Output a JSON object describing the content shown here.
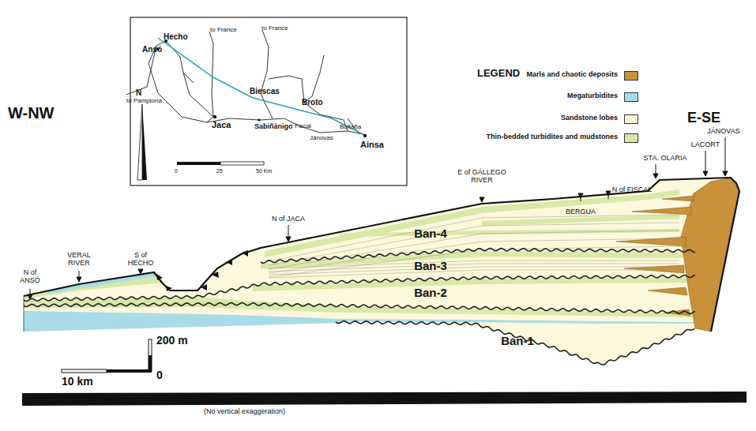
{
  "diagram": {
    "nodes": [
      {
        "text": [
          "Ban-4"
        ]
      },
      {
        "text": [
          "Ban-3"
        ]
      },
      {
        "text": [
          "Ban-2"
        ]
      },
      {
        "text": [
          "Ban-1"
        ]
      }
    ],
    "labels": [
      "Ansó",
      "Hecho",
      "to France",
      "to France",
      "to Pamplona",
      "Biescas",
      "Broto",
      "Jaca",
      "Sabiñánigo",
      "Fiscal",
      "Jánovas",
      "Boltaña",
      "Ainsa",
      "N",
      "0",
      "25",
      "50 Km",
      "W-NW",
      "E-SE",
      "N of ANSÓ",
      "VERAL RIVER",
      "S of HECHO",
      "N of JACA",
      "E of GÁLLEGO RIVER",
      "BERGUA",
      "N of FISCAL",
      "STA. OLARIA",
      "LACORT",
      "JÁNOVAS",
      "200 m",
      "0",
      "10 km",
      "(No vertical exaggeration)",
      "LEGEND"
    ],
    "legend": [
      {
        "text": "Marls and chaotic deposits",
        "color": "#c8913a"
      },
      {
        "text": "Megaturbidites",
        "color": "#a7dbe8"
      },
      {
        "text": "Sandstone lobes",
        "color": "#fbf8dc"
      },
      {
        "text": "Thin-bedded turbidites and mudstones",
        "color": "#d9e8a9"
      }
    ]
  }
}
